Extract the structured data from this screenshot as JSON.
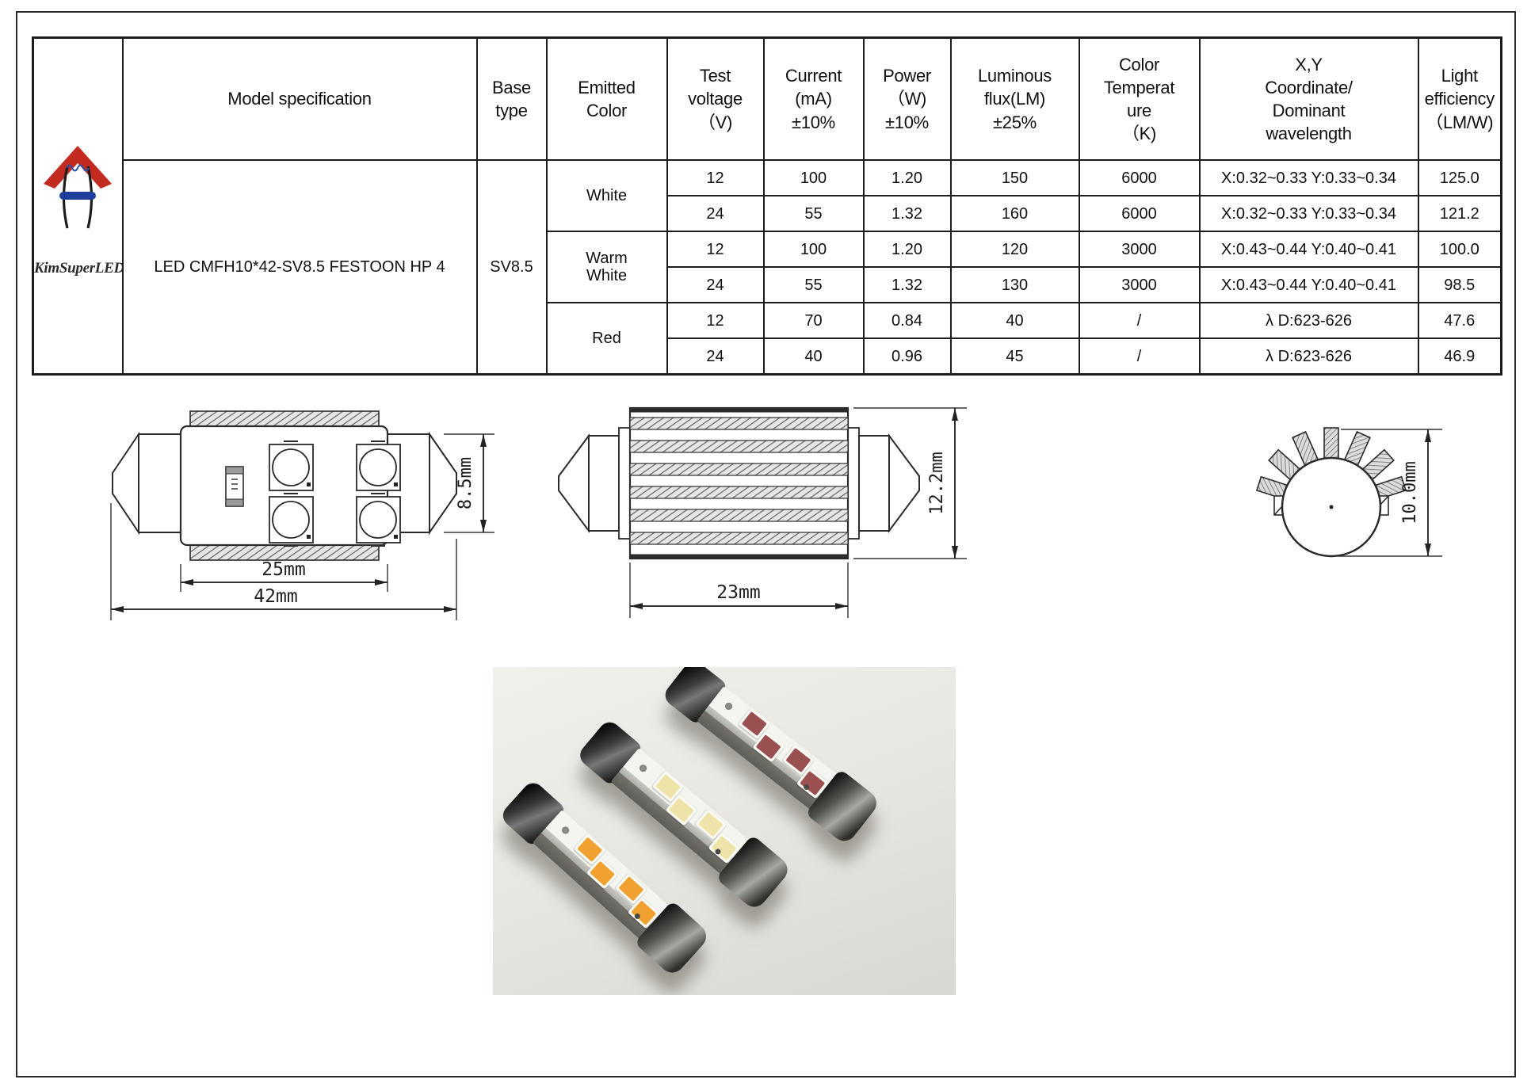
{
  "brand": {
    "name": "KimSuperLED",
    "red_hex": "#c32b20",
    "blue_hex": "#1f3e9b"
  },
  "table": {
    "headers": {
      "model": "Model specification",
      "base": "Base\ntype",
      "color": "Emitted\nColor",
      "voltage": "Test\nvoltage\n（V)",
      "current": "Current\n(mA)\n±10%",
      "power": "Power\n（W)\n±10%",
      "flux": "Luminous\nflux(LM)\n±25%",
      "temp": "Color\nTemperat\nure\n（K)",
      "xy": "X,Y\nCoordinate/\nDominant\nwavelength",
      "eff": "Light\nefficiency\n（LM/W)"
    },
    "model": "LED CMFH10*42-SV8.5 FESTOON HP 4",
    "base_type": "SV8.5",
    "groups": [
      {
        "color": "White",
        "rows": [
          {
            "v": "12",
            "c": "100",
            "p": "1.20",
            "f": "150",
            "t": "6000",
            "xy": "X:0.32~0.33 Y:0.33~0.34",
            "e": "125.0"
          },
          {
            "v": "24",
            "c": "55",
            "p": "1.32",
            "f": "160",
            "t": "6000",
            "xy": "X:0.32~0.33 Y:0.33~0.34",
            "e": "121.2"
          }
        ]
      },
      {
        "color": "Warm\nWhite",
        "rows": [
          {
            "v": "12",
            "c": "100",
            "p": "1.20",
            "f": "120",
            "t": "3000",
            "xy": "X:0.43~0.44 Y:0.40~0.41",
            "e": "100.0"
          },
          {
            "v": "24",
            "c": "55",
            "p": "1.32",
            "f": "130",
            "t": "3000",
            "xy": "X:0.43~0.44 Y:0.40~0.41",
            "e": "98.5"
          }
        ]
      },
      {
        "color": "Red",
        "rows": [
          {
            "v": "12",
            "c": "70",
            "p": "0.84",
            "f": "40",
            "t": "/",
            "xy": "λ D:623-626",
            "e": "47.6"
          },
          {
            "v": "24",
            "c": "40",
            "p": "0.96",
            "f": "45",
            "t": "/",
            "xy": "λ D:623-626",
            "e": "46.9"
          }
        ]
      }
    ]
  },
  "drawings": {
    "front_view": {
      "pcb_width": "25mm",
      "overall_length": "42mm",
      "cap_height": "8.5mm"
    },
    "side_view": {
      "heatsink_width": "23mm",
      "body_height": "12.2mm"
    },
    "end_view": {
      "bulb_height": "10.0mm"
    }
  },
  "photo": {
    "bulbs": [
      {
        "name": "red",
        "chip_hex": "#9a5050"
      },
      {
        "name": "warm-white",
        "chip_hex": "#eee3a8"
      },
      {
        "name": "amber",
        "chip_hex": "#f0a12f"
      }
    ]
  }
}
